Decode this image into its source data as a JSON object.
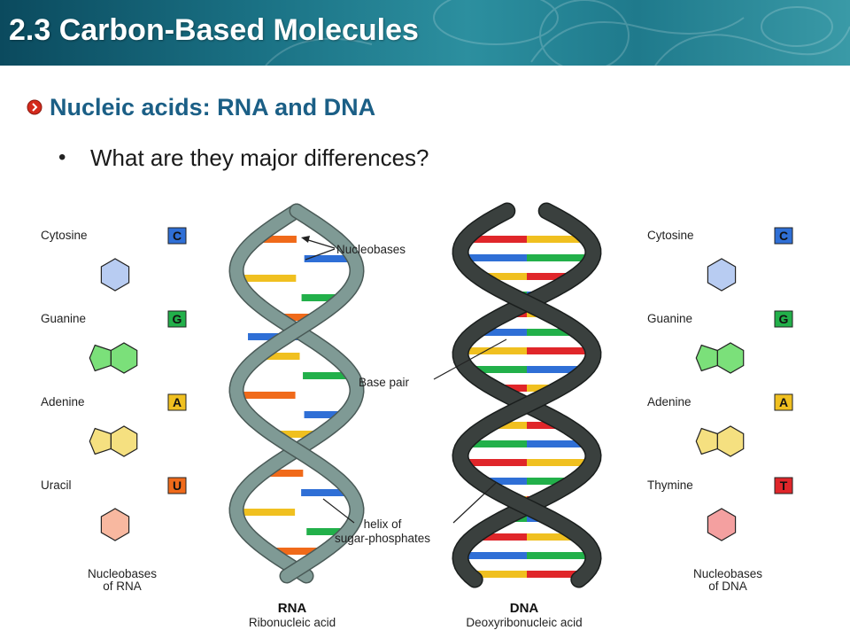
{
  "header": {
    "title": "2.3 Carbon-Based Molecules"
  },
  "subtitle": "Nucleic acids: RNA and DNA",
  "bullet": "What are they major differences?",
  "colors": {
    "cytosine": "#2f6fd6",
    "guanine": "#22b04a",
    "adenine": "#f0c020",
    "uracil": "#f06a1a",
    "thymine": "#e0262a",
    "backbone_rna": "#7f9a95",
    "backbone_dna": "#3a403e",
    "title_blue": "#1b5f86"
  },
  "rna_bases": [
    {
      "name": "Cytosine",
      "letter": "C",
      "color": "#2f6fd6",
      "ring": "#b8ccf2",
      "kind": "pyr"
    },
    {
      "name": "Guanine",
      "letter": "G",
      "color": "#22b04a",
      "ring": "#7be07a",
      "kind": "pur"
    },
    {
      "name": "Adenine",
      "letter": "A",
      "color": "#f0c020",
      "ring": "#f5e080",
      "kind": "pur"
    },
    {
      "name": "Uracil",
      "letter": "U",
      "color": "#f06a1a",
      "ring": "#f8b8a0",
      "kind": "pyr"
    }
  ],
  "dna_bases": [
    {
      "name": "Cytosine",
      "letter": "C",
      "color": "#2f6fd6",
      "ring": "#b8ccf2",
      "kind": "pyr"
    },
    {
      "name": "Guanine",
      "letter": "G",
      "color": "#22b04a",
      "ring": "#7be07a",
      "kind": "pur"
    },
    {
      "name": "Adenine",
      "letter": "A",
      "color": "#f0c020",
      "ring": "#f5e080",
      "kind": "pur"
    },
    {
      "name": "Thymine",
      "letter": "T",
      "color": "#e0262a",
      "ring": "#f4a0a0",
      "kind": "pyr"
    }
  ],
  "annotations": {
    "nucleobases": "Nucleobases",
    "base_pair": "Base pair",
    "helix_line1": "helix of",
    "helix_line2": "sugar-phosphates"
  },
  "footer": {
    "rna_caption_1": "Nucleobases",
    "rna_caption_2": "of RNA",
    "dna_caption_1": "Nucleobases",
    "dna_caption_2": "of DNA",
    "rna_name": "RNA",
    "rna_full": "Ribonucleic acid",
    "dna_name": "DNA",
    "dna_full": "Deoxyribonucleic acid"
  }
}
